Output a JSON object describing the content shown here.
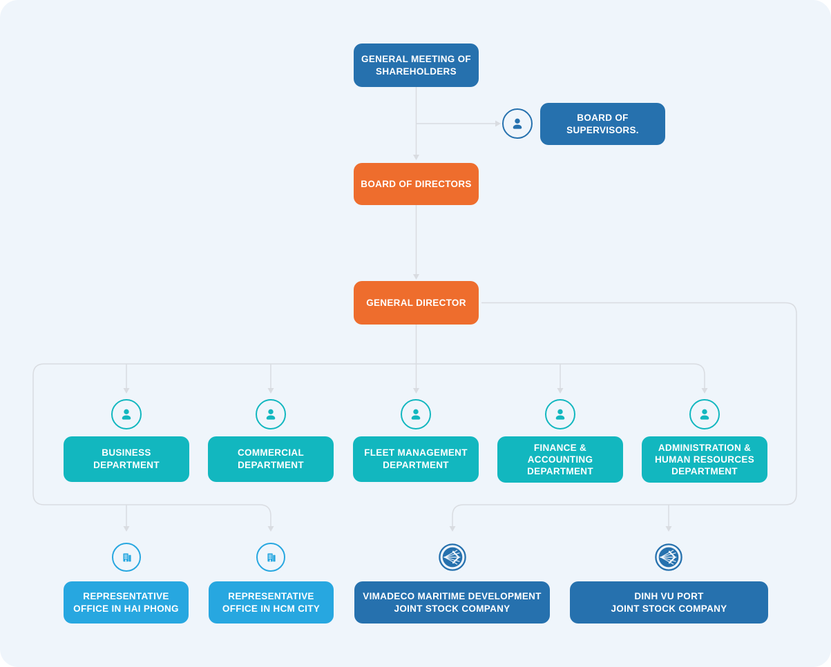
{
  "colors": {
    "page_bg": "#ffffff",
    "card_bg": "#eff5fb",
    "dark_blue": "#2671ae",
    "orange": "#ee6d2d",
    "teal": "#12b7bf",
    "light_blue": "#27a7e0",
    "line": "#d9dce1",
    "text": "#ffffff"
  },
  "nodes": {
    "shareholders": {
      "label": "GENERAL MEETING OF\nSHAREHOLDERS"
    },
    "supervisors": {
      "label": "BOARD OF\nSUPERVISORS.",
      "icon": "person-icon"
    },
    "directors": {
      "label": "BOARD OF DIRECTORS"
    },
    "general_director": {
      "label": "GENERAL DIRECTOR"
    },
    "departments": [
      {
        "label": "BUSINESS DEPARTMENT",
        "icon": "person-icon"
      },
      {
        "label": "COMMERCIAL\nDEPARTMENT",
        "icon": "person-icon"
      },
      {
        "label": "FLEET MANAGEMENT\nDEPARTMENT",
        "icon": "person-icon"
      },
      {
        "label": "FINANCE &\nACCOUNTING\nDEPARTMENT",
        "icon": "person-icon"
      },
      {
        "label": "ADMINISTRATION &\nHUMAN RESOURCES\nDEPARTMENT",
        "icon": "person-icon"
      }
    ],
    "offices": [
      {
        "label": "REPRESENTATIVE\nOFFICE IN HAI PHONG",
        "icon": "building-icon"
      },
      {
        "label": "REPRESENTATIVE\nOFFICE IN HCM CITY",
        "icon": "building-icon"
      }
    ],
    "subsidiaries": [
      {
        "label": "VIMADECO MARITIME DEVELOPMENT\nJOINT STOCK COMPANY",
        "icon": "company-logo-icon"
      },
      {
        "label": "DINH VU PORT\nJOINT STOCK COMPANY",
        "icon": "company-logo-icon"
      }
    ]
  }
}
